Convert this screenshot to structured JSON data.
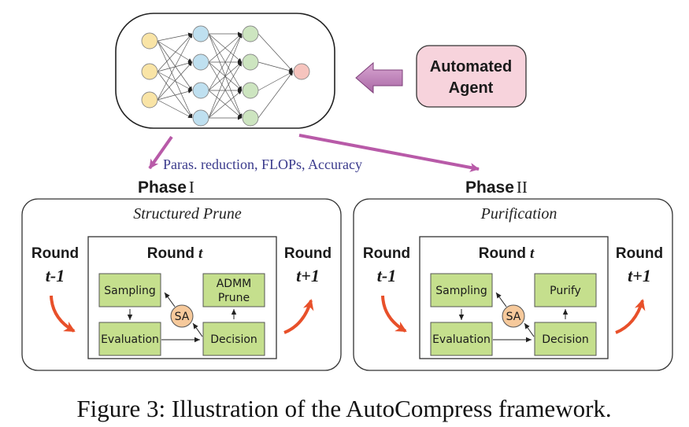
{
  "network": {
    "layers": [
      {
        "name": "input",
        "nodes": 3,
        "color": "#f9e4a6"
      },
      {
        "name": "hidden-1",
        "nodes": 4,
        "color": "#bfe0f0"
      },
      {
        "name": "hidden-2",
        "nodes": 4,
        "color": "#cde5c0"
      },
      {
        "name": "output",
        "nodes": 1,
        "color": "#f6c4be"
      }
    ]
  },
  "agent": {
    "line1": "Automated",
    "line2": "Agent",
    "fill": "#f7d3dc"
  },
  "arrow_label": "Paras. reduction, FLOPs, Accuracy",
  "colors": {
    "purple_arrow": "#b85aa8",
    "label_blue": "#3a3a8c",
    "green_box": "#c5df8d",
    "sa_circle": "#f6c99b",
    "orange_arrow": "#e8502a"
  },
  "phases": [
    {
      "title_word": "Phase",
      "title_numeral": "I",
      "subtitle": "Structured Prune",
      "prev_round": {
        "label": "Round",
        "index": "t-1"
      },
      "current_round": {
        "label": "Round",
        "index": "t"
      },
      "next_round": {
        "label": "Round",
        "index": "t+1"
      },
      "boxes": {
        "sampling": "Sampling",
        "evaluation": "Evaluation",
        "decision": "Decision",
        "action_line1": "ADMM",
        "action_line2": "Prune"
      },
      "sa": "SA"
    },
    {
      "title_word": "Phase",
      "title_numeral": "II",
      "subtitle": "Purification",
      "prev_round": {
        "label": "Round",
        "index": "t-1"
      },
      "current_round": {
        "label": "Round",
        "index": "t"
      },
      "next_round": {
        "label": "Round",
        "index": "t+1"
      },
      "boxes": {
        "sampling": "Sampling",
        "evaluation": "Evaluation",
        "decision": "Decision",
        "action_line1": "Purify",
        "action_line2": ""
      },
      "sa": "SA"
    }
  ],
  "caption": "Figure 3: Illustration of the AutoCompress framework."
}
